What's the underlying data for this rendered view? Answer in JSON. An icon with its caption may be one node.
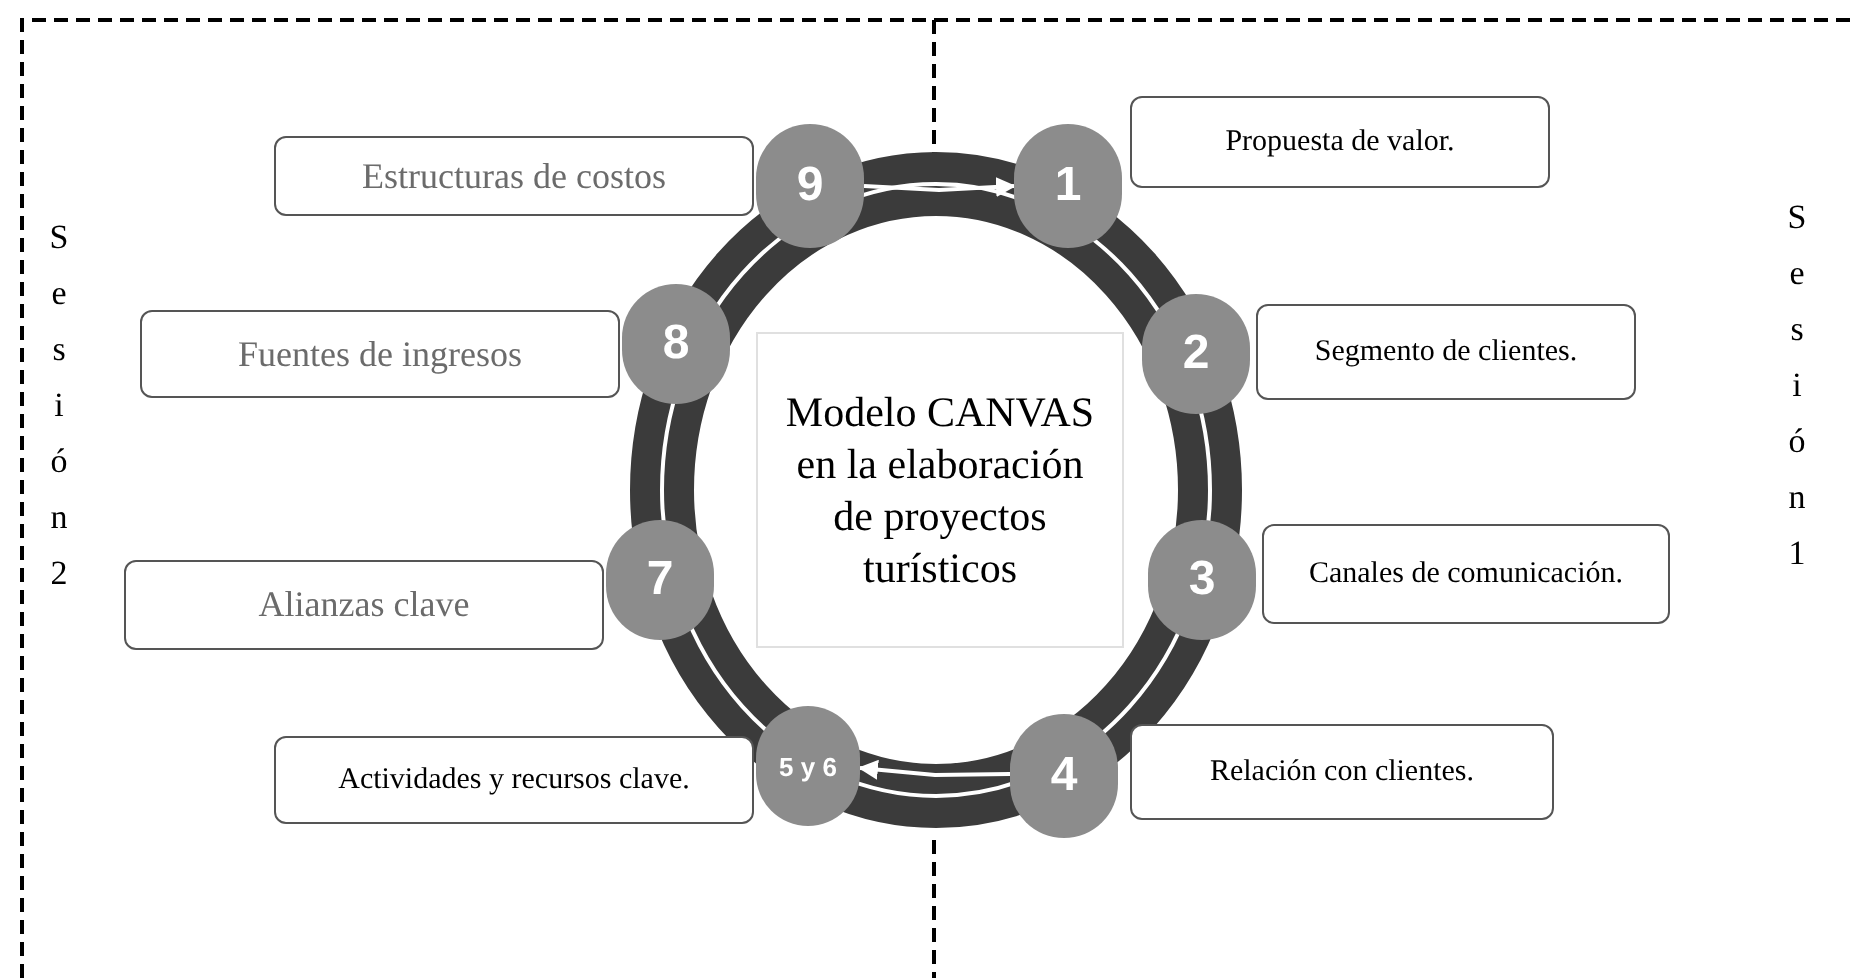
{
  "diagram": {
    "nodes": [
      {
        "text": [
          "9"
        ]
      },
      {
        "text": [
          "1"
        ]
      },
      {
        "text": [
          "2"
        ]
      },
      {
        "text": [
          "3"
        ]
      },
      {
        "text": [
          "4"
        ]
      },
      {
        "text": [
          "5 y 6"
        ]
      },
      {
        "text": [
          "7"
        ]
      },
      {
        "text": [
          "8"
        ]
      },
      {
        "text": [
          "Estructuras de costos"
        ]
      },
      {
        "text": [
          "Propuesta de valor."
        ]
      },
      {
        "text": [
          "Fuentes de ingresos"
        ]
      },
      {
        "text": [
          "Segmento de clientes."
        ]
      },
      {
        "text": [
          "Alianzas clave"
        ]
      },
      {
        "text": [
          "Canales de comunicación."
        ]
      },
      {
        "text": [
          "Actividades y recursos clave."
        ]
      },
      {
        "text": [
          "Relación con clientes."
        ]
      },
      {
        "text": [
          "Modelo CANVAS en la elaboración de proyectos turísticos"
        ]
      }
    ],
    "edges": [
      {
        "from": 0,
        "to": 1,
        "arrow": "to"
      },
      {
        "from": 4,
        "to": 5,
        "arrow": "to"
      }
    ],
    "labels": [
      "Sesión 2",
      "Sesión 1"
    ]
  }
}
